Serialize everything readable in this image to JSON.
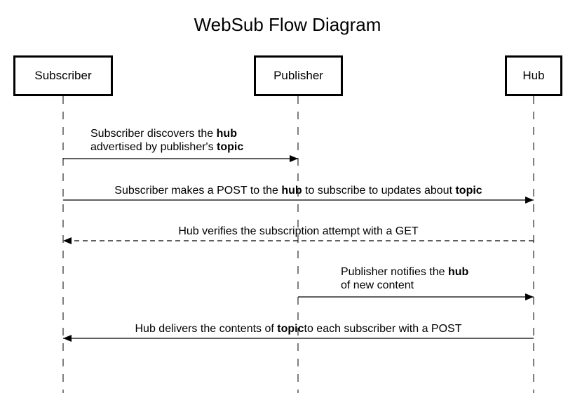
{
  "title": "WebSub Flow Diagram",
  "actors": [
    "Subscriber",
    "Publisher",
    "Hub"
  ],
  "messages": [
    {
      "from": "Subscriber",
      "to": "Publisher",
      "style": "solid",
      "lines": [
        [
          {
            "t": "Subscriber discovers the "
          },
          {
            "t": "hub",
            "b": true
          }
        ],
        [
          {
            "t": "advertised by publisher's "
          },
          {
            "t": "topic",
            "b": true
          }
        ]
      ]
    },
    {
      "from": "Subscriber",
      "to": "Hub",
      "style": "solid",
      "lines": [
        [
          {
            "t": "Subscriber makes a POST to the "
          },
          {
            "t": "hub",
            "b": true
          },
          {
            "t": " to subscribe to updates about "
          },
          {
            "t": "topic",
            "b": true
          }
        ]
      ]
    },
    {
      "from": "Hub",
      "to": "Subscriber",
      "style": "dashed",
      "lines": [
        [
          {
            "t": "Hub verifies the subscription attempt with a GET"
          }
        ]
      ]
    },
    {
      "from": "Publisher",
      "to": "Hub",
      "style": "solid",
      "lines": [
        [
          {
            "t": "Publisher notifies the "
          },
          {
            "t": "hub",
            "b": true
          }
        ],
        [
          {
            "t": "of new content"
          }
        ]
      ]
    },
    {
      "from": "Hub",
      "to": "Subscriber",
      "style": "solid",
      "lines": [
        [
          {
            "t": "Hub delivers the contents of "
          },
          {
            "t": "topic",
            "b": true
          },
          {
            "t": "to each subscriber with a POST"
          }
        ]
      ]
    }
  ]
}
